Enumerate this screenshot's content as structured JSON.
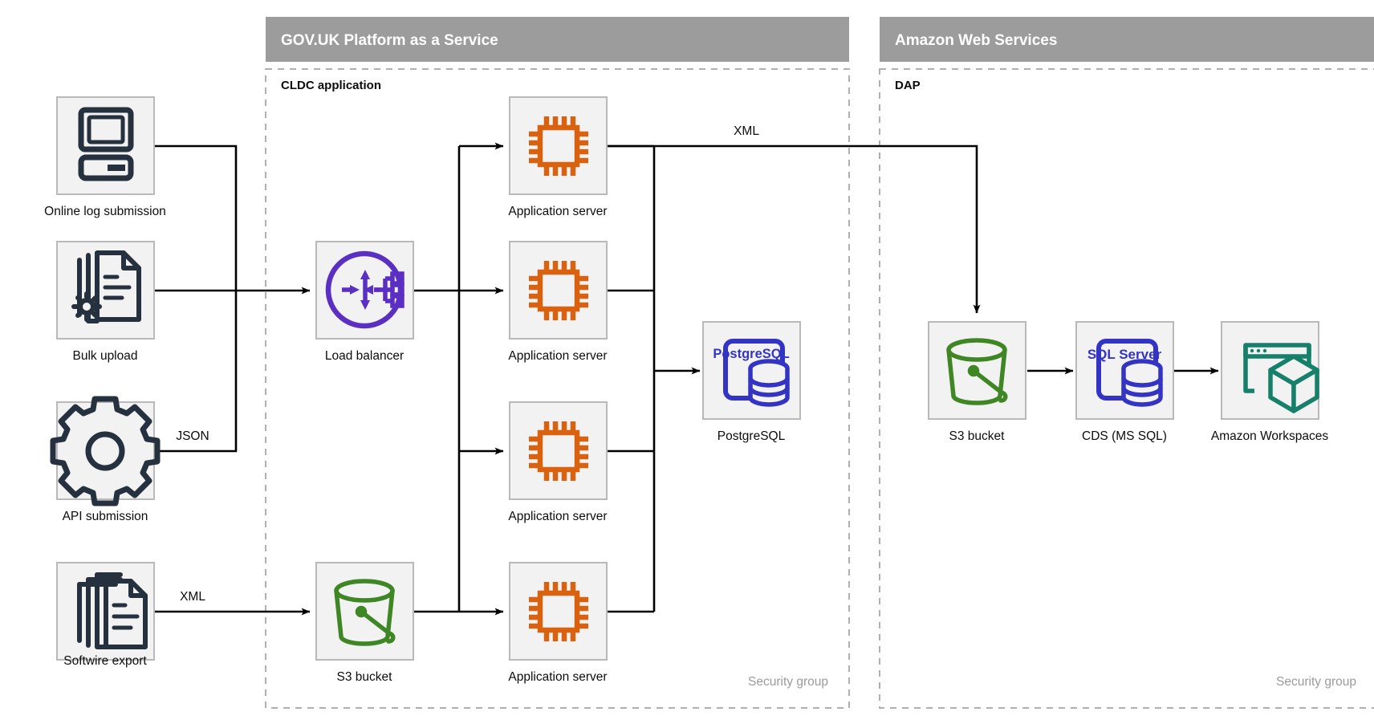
{
  "diagram": {
    "background": "#ffffff",
    "colors": {
      "panel_header_bg": "#9c9c9c",
      "panel_header_text": "#ffffff",
      "panel_border_dashed": "#b0b0b0",
      "node_box_fill": "#f2f2f2",
      "node_box_border": "#b9b9b9",
      "edge": "#000000",
      "text": "#0b0c0c",
      "security_group_text": "#9b9b9b",
      "icon_dark_navy": "#26313f",
      "icon_purple": "#5a2fc2",
      "icon_orange": "#d8620f",
      "icon_blue": "#3434c4",
      "icon_green": "#3f8624",
      "icon_teal": "#16806a"
    },
    "panels": [
      {
        "id": "paas",
        "title": "GOV.UK Platform as a Service",
        "subtitle": "CLDC application",
        "footer": "Security group"
      },
      {
        "id": "aws",
        "title": "Amazon Web Services",
        "subtitle": "DAP",
        "footer": "Security group"
      }
    ],
    "nodes": [
      {
        "id": "online-log-submission",
        "label": "Online log submission",
        "icon": "desktop-computer-icon",
        "panel": "external"
      },
      {
        "id": "bulk-upload",
        "label": "Bulk upload",
        "icon": "document-gear-icon",
        "panel": "external"
      },
      {
        "id": "api-submission",
        "label": "API submission",
        "icon": "gear-icon",
        "panel": "external"
      },
      {
        "id": "softwire-export",
        "label": "Softwire export",
        "icon": "documents-stack-icon",
        "panel": "external"
      },
      {
        "id": "load-balancer",
        "label": "Load balancer",
        "icon": "load-balancer-icon",
        "panel": "paas"
      },
      {
        "id": "app-server-1",
        "label": "Application server",
        "icon": "cpu-chip-icon",
        "panel": "paas"
      },
      {
        "id": "app-server-2",
        "label": "Application server",
        "icon": "cpu-chip-icon",
        "panel": "paas"
      },
      {
        "id": "app-server-3",
        "label": "Application server",
        "icon": "cpu-chip-icon",
        "panel": "paas"
      },
      {
        "id": "app-server-4",
        "label": "Application server",
        "icon": "cpu-chip-icon",
        "panel": "paas"
      },
      {
        "id": "postgresql",
        "label": "PostgreSQL",
        "icon": "postgresql-database-icon",
        "icon_text": "PostgreSQL",
        "panel": "paas"
      },
      {
        "id": "s3-bucket-paas",
        "label": "S3 bucket",
        "icon": "s3-bucket-icon",
        "panel": "paas"
      },
      {
        "id": "s3-bucket-aws",
        "label": "S3 bucket",
        "icon": "s3-bucket-icon",
        "panel": "aws"
      },
      {
        "id": "cds-ms-sql",
        "label": "CDS (MS SQL)",
        "icon": "sql-server-database-icon",
        "icon_text": "SQL Server",
        "panel": "aws"
      },
      {
        "id": "amazon-workspaces",
        "label": "Amazon Workspaces",
        "icon": "amazon-workspaces-icon",
        "panel": "aws"
      }
    ],
    "edges": [
      {
        "from": "online-log-submission",
        "to": "load-balancer",
        "label": ""
      },
      {
        "from": "bulk-upload",
        "to": "load-balancer",
        "label": ""
      },
      {
        "from": "api-submission",
        "to": "load-balancer",
        "label": "JSON"
      },
      {
        "from": "softwire-export",
        "to": "s3-bucket-paas",
        "label": "XML"
      },
      {
        "from": "load-balancer",
        "to": "app-servers",
        "label": ""
      },
      {
        "from": "s3-bucket-paas",
        "to": "app-server-4",
        "label": ""
      },
      {
        "from": "app-servers",
        "to": "postgresql",
        "label": ""
      },
      {
        "from": "app-server-1",
        "to": "s3-bucket-aws",
        "label": "XML"
      },
      {
        "from": "s3-bucket-aws",
        "to": "cds-ms-sql",
        "label": ""
      },
      {
        "from": "cds-ms-sql",
        "to": "amazon-workspaces",
        "label": ""
      }
    ]
  }
}
